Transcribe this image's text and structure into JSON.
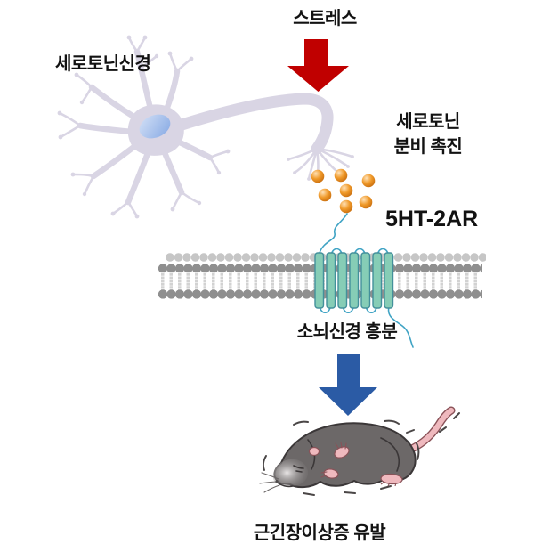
{
  "labels": {
    "stress": "스트레스",
    "serotonin_neuron": "세로토닌신경",
    "serotonin_release_1": "세로토닌",
    "serotonin_release_2": "분비 촉진",
    "receptor": "5HT-2AR",
    "cerebellar_excitation": "소뇌신경 흥분",
    "dystonia": "근긴장이상증 유발"
  },
  "colors": {
    "background": "#FFFFFF",
    "text": "#121212",
    "arrow_red": "#C00000",
    "arrow_blue": "#2B5BA5",
    "neuron": "#D9D5E4",
    "nucleus_light": "#D3E0F6",
    "nucleus_dark": "#86A9E4",
    "serotonin_hi": "#FFE2B8",
    "serotonin_mid": "#F09A2A",
    "serotonin_dark": "#C4690C",
    "receptor_fill": "#86CDB6",
    "receptor_stroke": "#43909B",
    "loop_cyan": "#3FA3C4",
    "mem_front": "#8F8F8F",
    "mem_back": "#C6C6C6",
    "mem_tail": "#D2D2D2",
    "mouse_body": "#6C6868",
    "mouse_outline": "#3B3738",
    "mouse_pink": "#EFB9BE"
  }
}
